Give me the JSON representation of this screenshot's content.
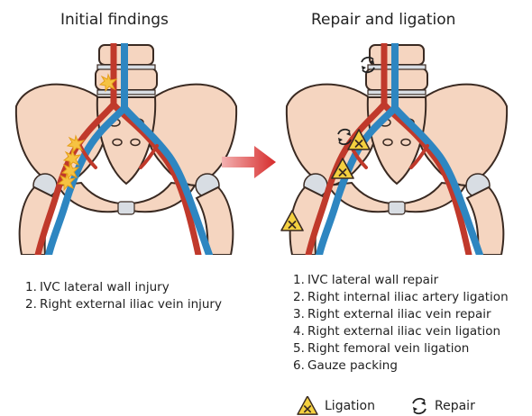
{
  "left_panel": {
    "title": "Initial findings",
    "findings": [
      {
        "num": "1.",
        "text": "IVC lateral wall injury"
      },
      {
        "num": "2.",
        "text": "Right external iliac vein injury"
      }
    ]
  },
  "right_panel": {
    "title": "Repair and ligation",
    "procedures": [
      {
        "num": "1.",
        "text": "IVC lateral wall repair"
      },
      {
        "num": "2.",
        "text": "Right internal iliac artery ligation"
      },
      {
        "num": "3.",
        "text": "Right external iliac vein repair"
      },
      {
        "num": "4.",
        "text": "Right external iliac vein ligation"
      },
      {
        "num": "5.",
        "text": "Right femoral vein ligation"
      },
      {
        "num": "6.",
        "text": "Gauze packing"
      }
    ]
  },
  "legend": {
    "ligation_label": "Ligation",
    "repair_label": "Repair"
  },
  "colors": {
    "artery": "#c0392b",
    "vein": "#2e86c1",
    "bone": "#f5d5c0",
    "bone_outline": "#3a2a22",
    "injury": "#f6c342",
    "ligation_fill": "#f4d03f",
    "arrow": "#d62b2b"
  }
}
